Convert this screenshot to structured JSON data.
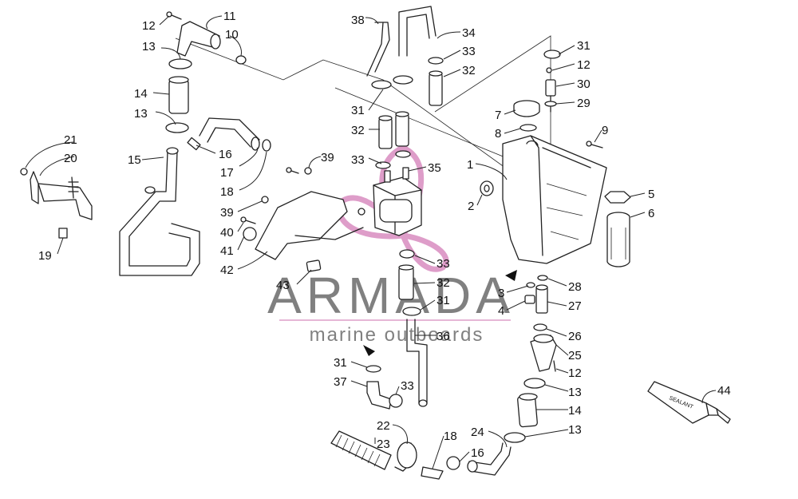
{
  "watermark": {
    "brand": "ARMADA",
    "tagline": "marine outboards",
    "brand_color": "#6b6b6b",
    "accent_color": "#d98cc0"
  },
  "sealant_label": "SEALANT",
  "callouts": [
    {
      "id": "c11",
      "text": "11"
    },
    {
      "id": "c12a",
      "text": "12"
    },
    {
      "id": "c10",
      "text": "10"
    },
    {
      "id": "c13a",
      "text": "13"
    },
    {
      "id": "c14a",
      "text": "14"
    },
    {
      "id": "c13b",
      "text": "13"
    },
    {
      "id": "c15",
      "text": "15"
    },
    {
      "id": "c16a",
      "text": "16"
    },
    {
      "id": "c17",
      "text": "17"
    },
    {
      "id": "c18a",
      "text": "18"
    },
    {
      "id": "c21",
      "text": "21"
    },
    {
      "id": "c20",
      "text": "20"
    },
    {
      "id": "c19",
      "text": "19"
    },
    {
      "id": "c38",
      "text": "38"
    },
    {
      "id": "c34",
      "text": "34"
    },
    {
      "id": "c33a",
      "text": "33"
    },
    {
      "id": "c32a",
      "text": "32"
    },
    {
      "id": "c31a",
      "text": "31"
    },
    {
      "id": "c32b",
      "text": "32"
    },
    {
      "id": "c33b",
      "text": "33"
    },
    {
      "id": "c35",
      "text": "35"
    },
    {
      "id": "c39a",
      "text": "39"
    },
    {
      "id": "c39b",
      "text": "39"
    },
    {
      "id": "c40",
      "text": "40"
    },
    {
      "id": "c41",
      "text": "41"
    },
    {
      "id": "c42",
      "text": "42"
    },
    {
      "id": "c43",
      "text": "43"
    },
    {
      "id": "c33c",
      "text": "33"
    },
    {
      "id": "c32c",
      "text": "32"
    },
    {
      "id": "c31b",
      "text": "31"
    },
    {
      "id": "c36",
      "text": "36"
    },
    {
      "id": "c31c",
      "text": "31"
    },
    {
      "id": "c37",
      "text": "37"
    },
    {
      "id": "c33d",
      "text": "33"
    },
    {
      "id": "c22",
      "text": "22"
    },
    {
      "id": "c23",
      "text": "23"
    },
    {
      "id": "c18b",
      "text": "18"
    },
    {
      "id": "c16b",
      "text": "16"
    },
    {
      "id": "c24",
      "text": "24"
    },
    {
      "id": "c31d",
      "text": "31"
    },
    {
      "id": "c12b",
      "text": "12"
    },
    {
      "id": "c30",
      "text": "30"
    },
    {
      "id": "c29",
      "text": "29"
    },
    {
      "id": "c7",
      "text": "7"
    },
    {
      "id": "c8",
      "text": "8"
    },
    {
      "id": "c9",
      "text": "9"
    },
    {
      "id": "c1",
      "text": "1"
    },
    {
      "id": "c2",
      "text": "2"
    },
    {
      "id": "c5",
      "text": "5"
    },
    {
      "id": "c6",
      "text": "6"
    },
    {
      "id": "c3",
      "text": "3"
    },
    {
      "id": "c4",
      "text": "4"
    },
    {
      "id": "c28",
      "text": "28"
    },
    {
      "id": "c27",
      "text": "27"
    },
    {
      "id": "c26",
      "text": "26"
    },
    {
      "id": "c25",
      "text": "25"
    },
    {
      "id": "c12c",
      "text": "12"
    },
    {
      "id": "c13c",
      "text": "13"
    },
    {
      "id": "c14b",
      "text": "14"
    },
    {
      "id": "c13d",
      "text": "13"
    },
    {
      "id": "c44",
      "text": "44"
    }
  ]
}
